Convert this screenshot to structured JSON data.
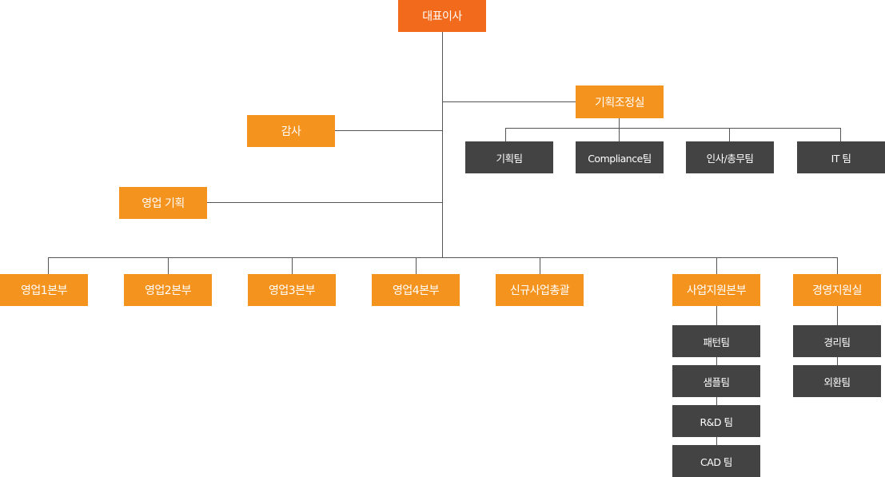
{
  "ceo": "대표이사",
  "planning_office": "기획조정실",
  "audit": "감사",
  "sales_planning": "영업 기획",
  "office_teams": [
    "기획팀",
    "Compliance팀",
    "인사/총무팀",
    "IT 팀"
  ],
  "divisions": [
    "영업1본부",
    "영업2본부",
    "영업3본부",
    "영업4본부",
    "신규사업총괄",
    "사업지원본부",
    "경영지원실"
  ],
  "business_support_teams": [
    "패턴팀",
    "샘플팀",
    "R&D 팀",
    "CAD 팀"
  ],
  "management_support_teams": [
    "경리팀",
    "외환팀"
  ],
  "colors": {
    "ceo": "#f26a1b",
    "unit": "#f5931f",
    "team": "#434343",
    "line": "#555555"
  }
}
